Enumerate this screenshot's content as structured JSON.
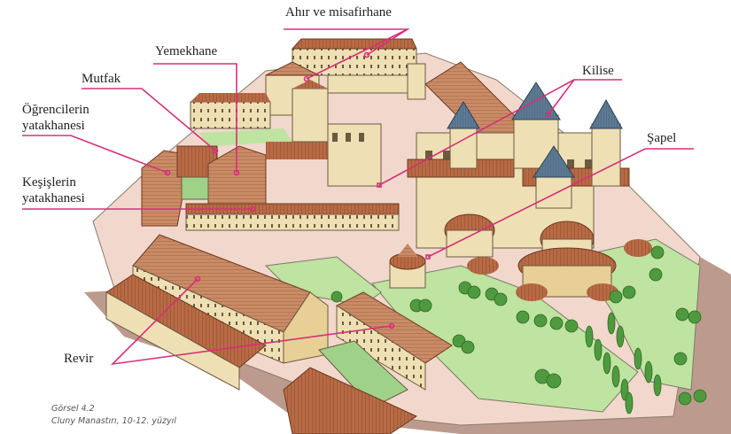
{
  "figure": {
    "title": "Cluny Manastırı illustration",
    "caption": {
      "line1": "Görsel 4.2",
      "line2": "Cluny Manastırı, 10-12. yüzyıl"
    }
  },
  "labels": [
    {
      "id": "ahir",
      "text": "Ahır ve misafirhane"
    },
    {
      "id": "yemekhane",
      "text": "Yemekhane"
    },
    {
      "id": "mutfak",
      "text": "Mutfak"
    },
    {
      "id": "ogrenci1",
      "text": "Öğrencilerin"
    },
    {
      "id": "ogrenci2",
      "text": "yatakhanesi"
    },
    {
      "id": "kesis1",
      "text": "Keşişlerin"
    },
    {
      "id": "kesis2",
      "text": "yatakhanesi"
    },
    {
      "id": "kilise",
      "text": "Kilise"
    },
    {
      "id": "sapel",
      "text": "Şapel"
    },
    {
      "id": "revir",
      "text": "Revir"
    }
  ],
  "colors": {
    "leader_line": "#d6307a",
    "roof_terracotta": "#b86a45",
    "wall_cream": "#eedfb4",
    "lawn_green": "#bfe3a0",
    "tree_green": "#4f9a3e",
    "tower_slate": "#5e7a94",
    "shadow": "#b08a7a",
    "courtyard_pink": "#f2d8cc"
  }
}
